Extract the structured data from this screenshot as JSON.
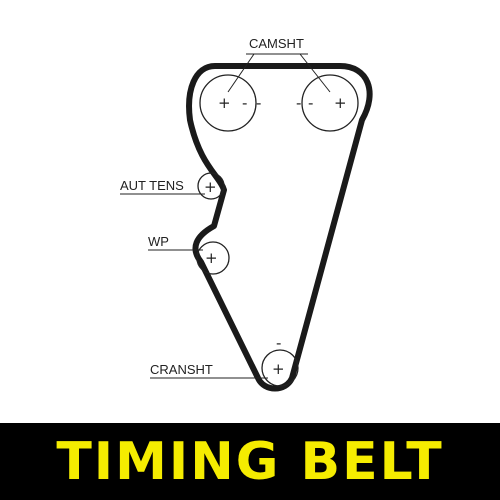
{
  "labels": {
    "camshaft": "CAMSHT",
    "tensioner": "AUT TENS",
    "water_pump": "WP",
    "crankshaft": "CRANSHT"
  },
  "signs": {
    "plus": "+",
    "minus": "-"
  },
  "banner": {
    "title": "TIMING BELT"
  },
  "colors": {
    "belt": "#1a1a1a",
    "line": "#222222",
    "banner_bg": "#000000",
    "banner_text": "#f5ec00"
  }
}
